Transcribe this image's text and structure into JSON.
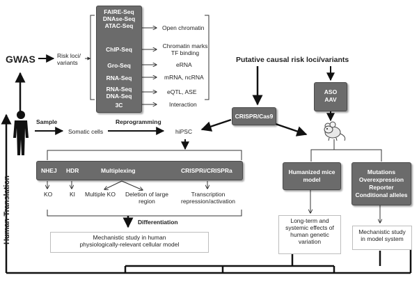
{
  "gwas": "GWAS",
  "risk_loci": [
    "Risk loci/",
    "variants"
  ],
  "seq_methods": {
    "faire": [
      "FAIRE-Seq",
      "DNAse-Seq",
      "ATAC-Seq"
    ],
    "chip": "ChIP-Seq",
    "gro": "Gro-Seq",
    "rna": "RNA-Seq",
    "rnadna": [
      "RNA-Seq",
      "DNA-Seq"
    ],
    "c3": "3C"
  },
  "seq_outputs": {
    "open": "Open chromatin",
    "chromatin": [
      "Chromatin marks",
      "TF binding"
    ],
    "erna": "eRNA",
    "mrna": "mRNA, ncRNA",
    "eqtl": "eQTL, ASE",
    "interaction": "Interaction"
  },
  "putative": "Putative causal risk loci/variants",
  "sample": "Sample",
  "somatic": "Somatic cells",
  "reprogramming": "Reprogramming",
  "hipsc": "hiPSC",
  "crispr": "CRISPR/Cas9",
  "aso": [
    "ASO",
    "AAV"
  ],
  "editing": {
    "nhej": "NHEJ",
    "hdr": "HDR",
    "multiplexing": "Multiplexing",
    "crispri": "CRISPRi/CRISPRa"
  },
  "outcomes": {
    "ko": "KO",
    "ki": "KI",
    "multiple_ko": "Multiple KO",
    "deletion": [
      "Deletion of large",
      "region"
    ],
    "transcription": [
      "Transcription",
      "repression/activation"
    ]
  },
  "differentiation": "Differentiation",
  "mechanistic_human": [
    "Mechanistic study in human",
    "physiologically-relevant  cellular model"
  ],
  "humanized": [
    "Humanized mice",
    "model"
  ],
  "mutations": [
    "Mutations",
    "Overexpression",
    "Reporter",
    "Conditional alleles"
  ],
  "longterm": [
    "Long-term and",
    "systemic effects of",
    "human genetic",
    "variation"
  ],
  "mechanistic_model": [
    "Mechanistic study",
    "in model system"
  ],
  "human_translation": "Human Translation"
}
